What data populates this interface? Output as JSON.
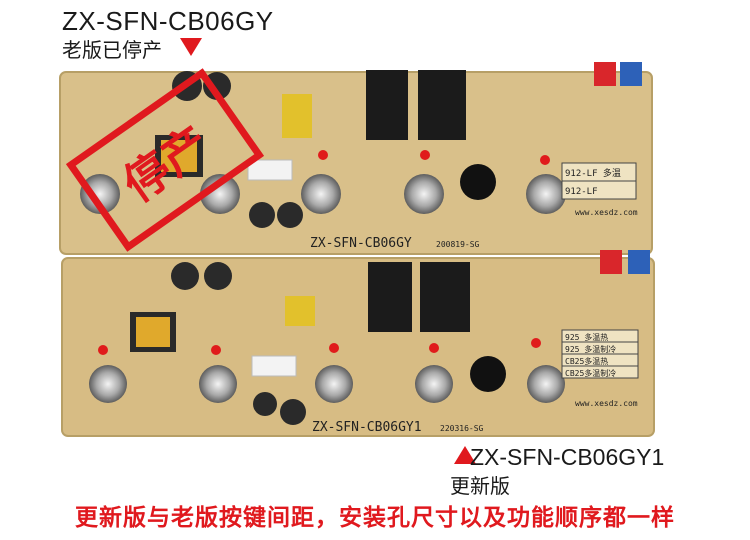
{
  "old_board": {
    "model": "ZX-SFN-CB06GY",
    "status": "老版已停产",
    "silk_model": "ZX-SFN-CB06GY",
    "silk_date": "200819-SG",
    "table_rows": [
      "912-LF 多温",
      "912-LF"
    ],
    "site": "www.xesdz.com",
    "stamp": "停产"
  },
  "new_board": {
    "model": "ZX-SFN-CB06GY1",
    "status": "更新版",
    "silk_model": "ZX-SFN-CB06GY1",
    "silk_date": "220316-SG",
    "table_rows": [
      "925 多温热",
      "925 多温制冷",
      "CB25多温热",
      "CB25多温制冷"
    ],
    "site": "www.xesdz.com"
  },
  "caption": "更新版与老版按键间距，安装孔尺寸以及功能顺序都一样",
  "colors": {
    "pcb": "#d9c08a",
    "accent": "#e0191e"
  }
}
